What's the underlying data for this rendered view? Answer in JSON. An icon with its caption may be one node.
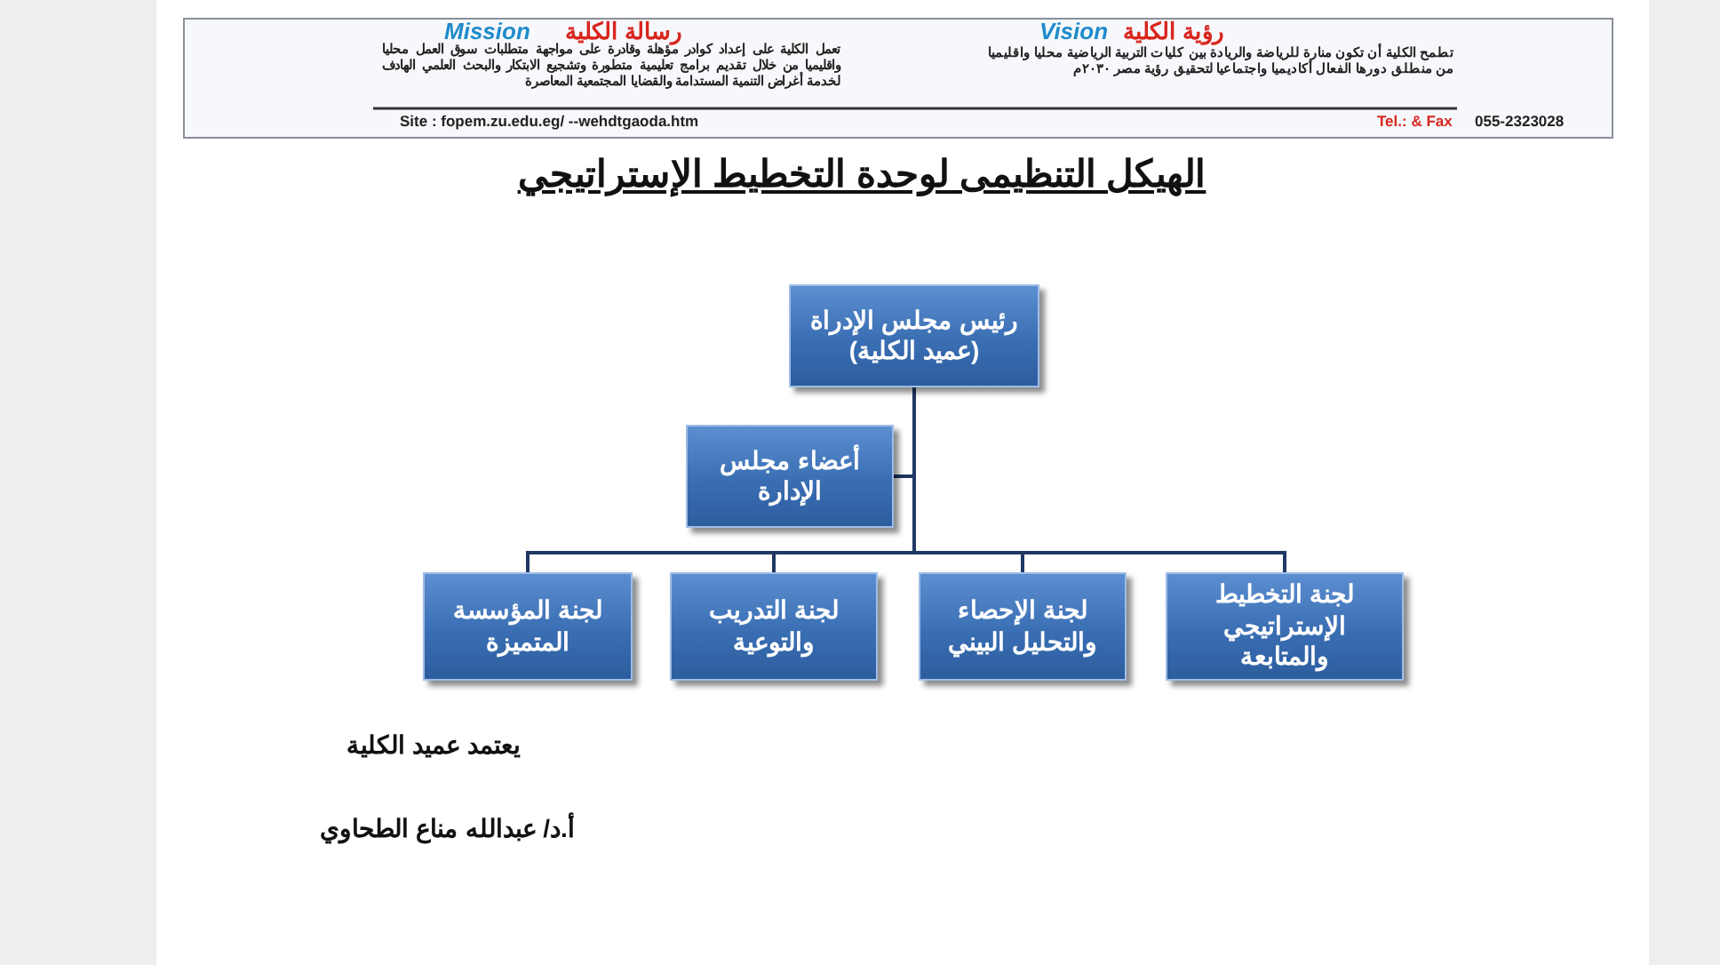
{
  "diagram": {
    "title": "الهيكل التنظيمى لوحدة التخطيط الإستراتيجي",
    "nodes": [
      {
        "text": [
          "رئيس مجلس الإدراة (عميد الكلية)"
        ]
      },
      {
        "text": [
          "أعضاء مجلس الإدارة"
        ]
      },
      {
        "text": [
          "لجنة التخطيط الإستراتيجي والمتابعة"
        ]
      },
      {
        "text": [
          "لجنة الإحصاء والتحليل البيني"
        ]
      },
      {
        "text": [
          "لجنة التدريب والتوعية"
        ]
      },
      {
        "text": [
          "لجنة المؤسسة المتميزة"
        ]
      }
    ],
    "edges": [
      {
        "from": 0,
        "to": 1,
        "arrow": "none"
      },
      {
        "from": 0,
        "to": 2,
        "arrow": "none"
      },
      {
        "from": 0,
        "to": 3,
        "arrow": "none"
      },
      {
        "from": 0,
        "to": 4,
        "arrow": "none"
      },
      {
        "from": 0,
        "to": 5,
        "arrow": "none"
      }
    ],
    "labels": [
      "رؤية الكلية",
      "Vision",
      "تطمح الكلية أن تكون منارة للرياضة والريادة بين كليات التربية الرياضية محليا واقليميا من منطلق دورها الفعال أكاديميا واجتماعيا لتحقيق رؤية مصر ٢٠٣٠م",
      "رسالة الكلية",
      "Mission",
      "تعمل الكلية على إعداد كوادر مؤهلة وقادرة على مواجهة متطلبات سوق العمل محليا واقليميا من خلال تقديم برامج تعليمية متطورة وتشجيع الابتكار والبحث العلمي الهادف لخدمة أغراض التنمية المستدامة والقضايا المجتمعية المعاصرة",
      "Tel.: & Fax",
      "055-2323028",
      "Site : fopem.zu.edu.eg/ --wehdtgaoda.htm",
      "يعتمد عميد الكلية",
      "أ.د/ عبدالله مناع الطحاوي"
    ]
  }
}
